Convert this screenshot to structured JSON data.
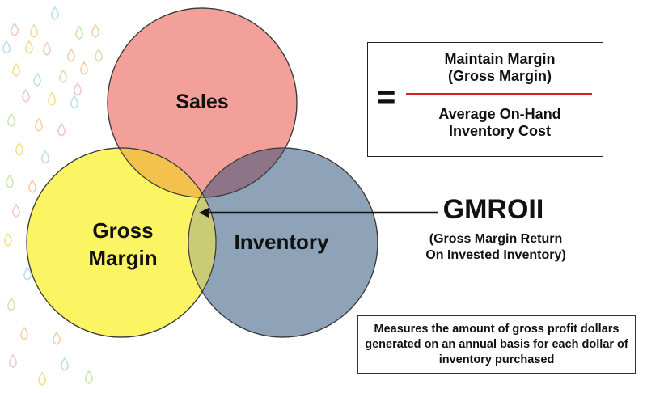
{
  "diagram": {
    "circles": {
      "sales": {
        "label": "Sales",
        "color": "#f4a09a"
      },
      "gross_margin": {
        "label_line1": "Gross",
        "label_line2": "Margin",
        "color": "#fbf564"
      },
      "inventory": {
        "label": "Inventory",
        "color": "#8fa3b8"
      }
    },
    "overlap_colors": {
      "sales_gross": "#f3c24c",
      "sales_inventory": "#8d7486",
      "gross_inventory": "#c9cc74"
    },
    "formula": {
      "equals": "=",
      "numerator_line1": "Maintain Margin",
      "numerator_line2": "(Gross Margin)",
      "denominator_line1": "Average On-Hand",
      "denominator_line2": "Inventory Cost",
      "line_color": "#d42323"
    },
    "gmroii": {
      "title": "GMROII",
      "subtitle_line1": "(Gross Margin Return",
      "subtitle_line2": "On Invested Inventory)"
    },
    "description": "Measures the amount of gross profit dollars generated on an annual basis for each dollar of inventory purchased"
  }
}
